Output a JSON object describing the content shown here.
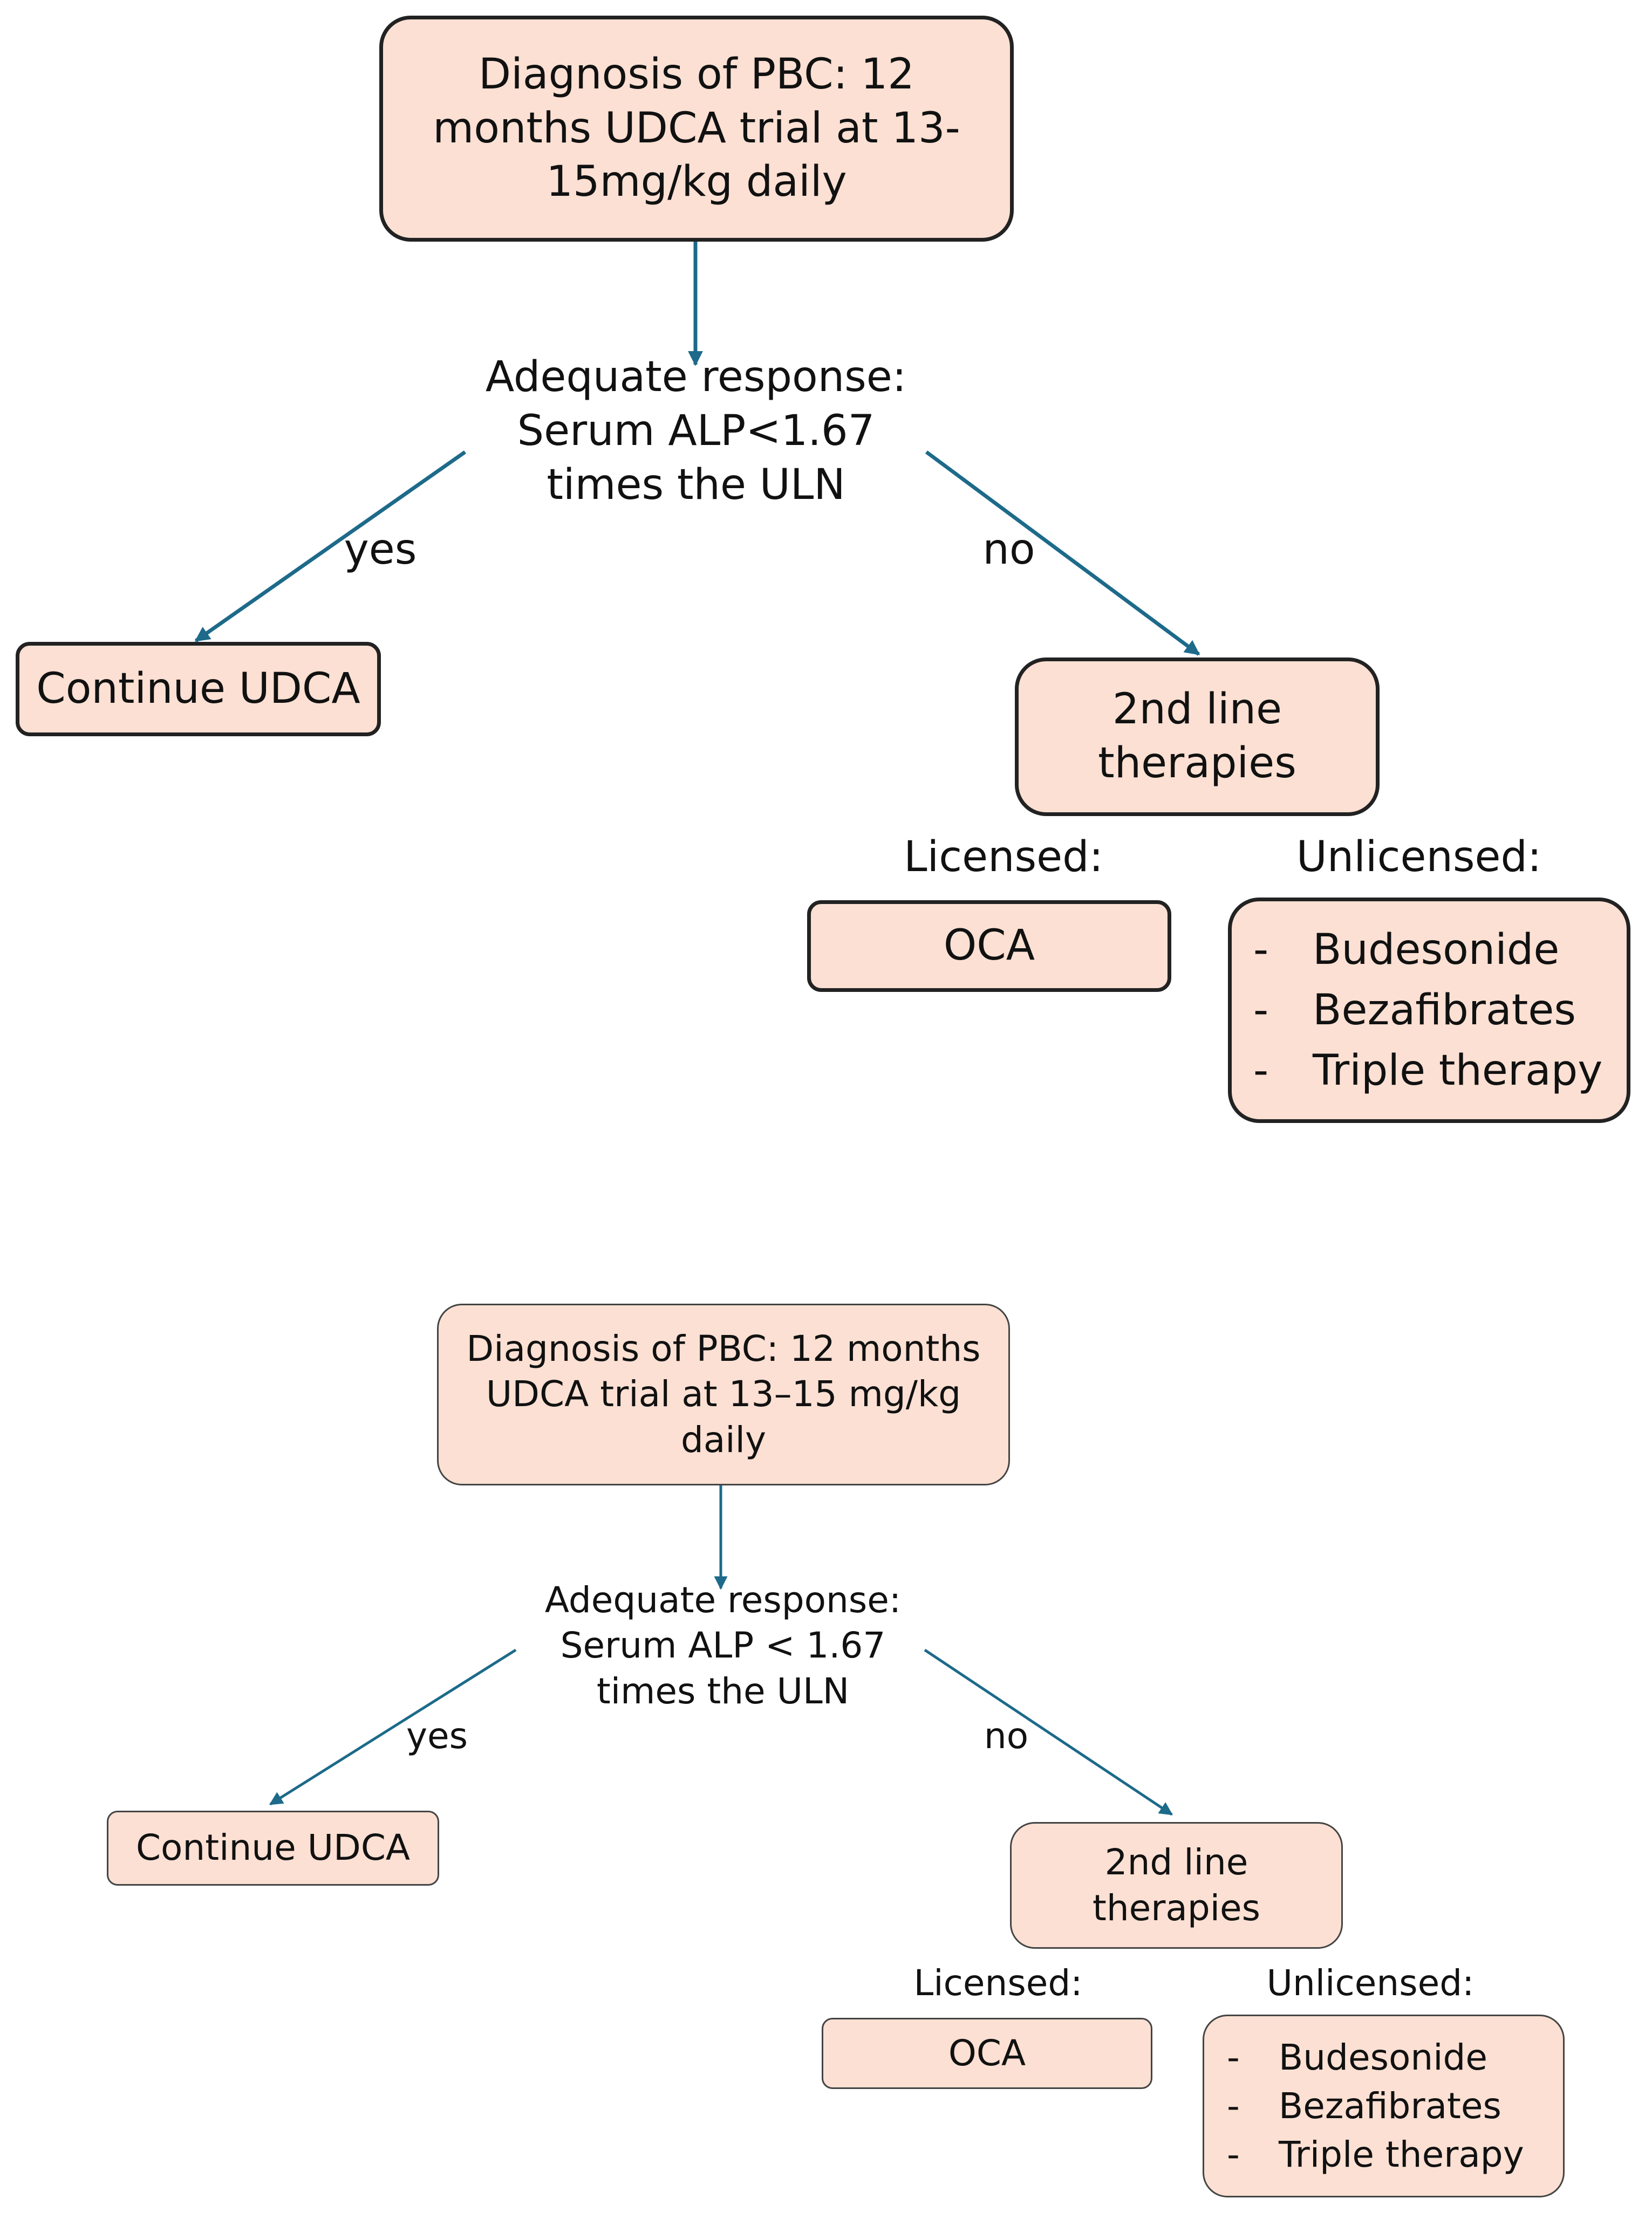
{
  "colors": {
    "box_fill": "#FBE0D3",
    "arrow": "#1D6A8A",
    "text": "#111111"
  },
  "flowcharts": [
    {
      "start_box": "Diagnosis of PBC: 12 months UDCA trial at 13-15mg/kg daily",
      "decision": "Adequate response: Serum ALP<1.67 times the ULN",
      "yes_label": "yes",
      "no_label": "no",
      "yes_outcome": "Continue UDCA",
      "no_outcome": "2nd line therapies",
      "licensed_heading": "Licensed:",
      "unlicensed_heading": "Unlicensed:",
      "licensed_options": [
        "OCA"
      ],
      "unlicensed_options": [
        "Budesonide",
        "Bezafibrates",
        "Triple therapy"
      ],
      "bullet": "-"
    },
    {
      "start_box": "Diagnosis of PBC: 12 months UDCA trial at 13–15 mg/kg daily",
      "decision": "Adequate response: Serum ALP < 1.67 times the ULN",
      "yes_label": "yes",
      "no_label": "no",
      "yes_outcome": "Continue UDCA",
      "no_outcome": "2nd line therapies",
      "licensed_heading": "Licensed:",
      "unlicensed_heading": "Unlicensed:",
      "licensed_options": [
        "OCA"
      ],
      "unlicensed_options": [
        "Budesonide",
        "Bezafibrates",
        "Triple therapy"
      ],
      "bullet": "-"
    }
  ]
}
